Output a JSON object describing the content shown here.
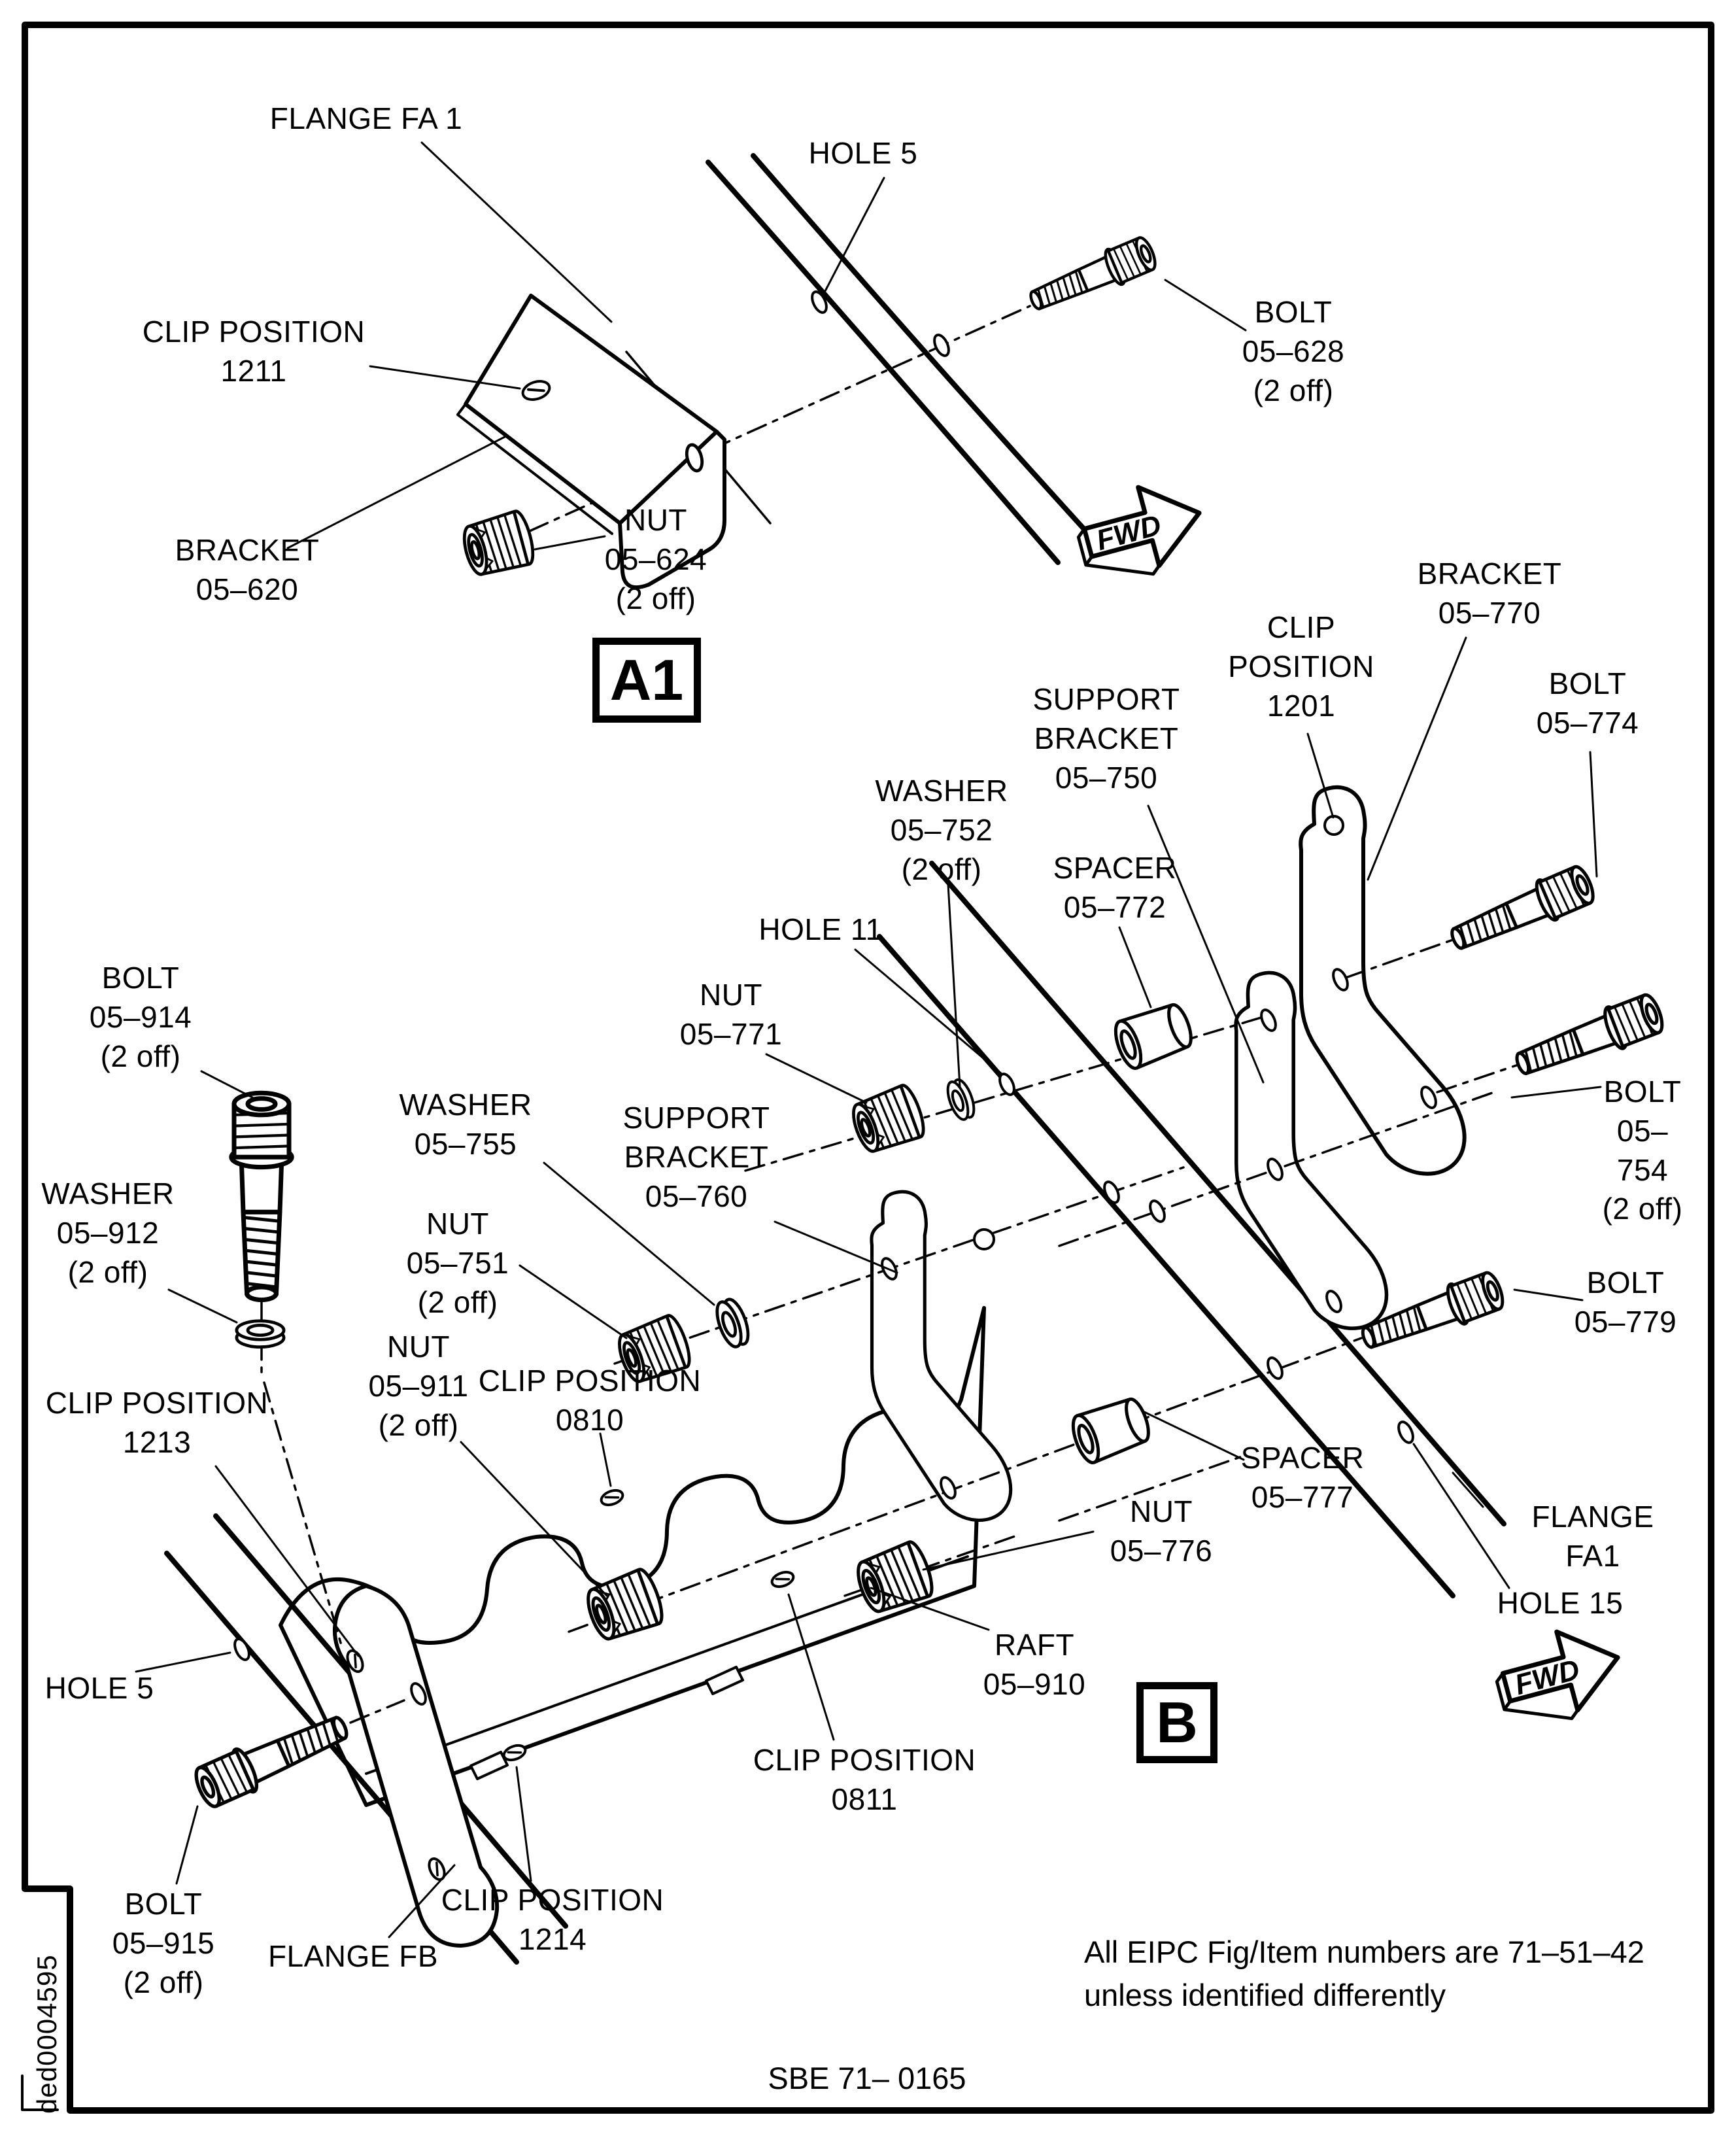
{
  "figure": {
    "ink_color": "#000000",
    "paper_color": "#ffffff",
    "footer_code": "SBE 71– 0165",
    "side_code": "ded0004595",
    "note": "All EIPC Fig/Item numbers are 71–51–42\nunless identified differently",
    "detail_a1": "A1",
    "detail_b": "B",
    "fwd": "FWD",
    "labels": {
      "flange_fa1_top": "FLANGE FA 1",
      "hole_5_top": "HOLE 5",
      "bolt_05_628": "BOLT\n05–628\n(2 off)",
      "clip_1211": "CLIP POSITION\n1211",
      "bracket_05_620": "BRACKET\n05–620",
      "nut_05_624": "NUT\n05–624\n(2 off)",
      "bracket_05_770": "BRACKET\n05–770",
      "clip_1201": "CLIP\nPOSITION\n1201",
      "support_bracket_05_750": "SUPPORT\nBRACKET\n05–750",
      "bolt_05_774": "BOLT\n05–774",
      "washer_05_752": "WASHER\n05–752\n(2 off)",
      "spacer_05_772": "SPACER\n05–772",
      "hole_11": "HOLE 11",
      "nut_05_771": "NUT\n05–771",
      "bolt_05_914": "BOLT\n05–914\n(2 off)",
      "washer_05_755": "WASHER\n05–755",
      "support_bracket_05_760": "SUPPORT\nBRACKET\n05–760",
      "nut_05_751": "NUT\n05–751\n(2 off)",
      "washer_05_912": "WASHER\n05–912\n(2 off)",
      "nut_05_911": "NUT\n05–911\n(2 off)",
      "clip_0810": "CLIP POSITION\n0810",
      "bolt_05_754": "BOLT\n05–754\n(2 off)",
      "bolt_05_779": "BOLT\n05–779",
      "spacer_05_777": "SPACER\n05–777",
      "flange_fa1_right": "FLANGE FA1",
      "hole_15": "HOLE 15",
      "nut_05_776": "NUT\n05–776",
      "raft_05_910": "RAFT\n05–910",
      "clip_1213": "CLIP POSITION\n1213",
      "hole_5_bottom": "HOLE 5",
      "bolt_05_915": "BOLT\n05–915\n(2 off)",
      "flange_fb": "FLANGE FB",
      "clip_1214": "CLIP POSITION\n1214",
      "clip_0811": "CLIP POSITION\n0811"
    }
  }
}
